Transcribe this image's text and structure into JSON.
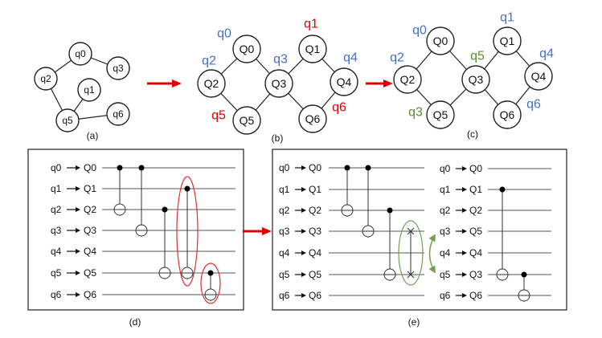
{
  "colors": {
    "blue": "#4472C4",
    "red": "#E00000",
    "green": "#5B8C2E",
    "arrow": "#E00000",
    "highlight_red": "#E03030",
    "highlight_green": "#70A050"
  },
  "panel_a": {
    "caption": "(a)",
    "nodes": {
      "q0": "q0",
      "q1": "q1",
      "q2": "q2",
      "q3": "q3",
      "q5": "q5",
      "q6": "q6"
    }
  },
  "panel_b": {
    "caption": "(b)",
    "nodes": {
      "Q0": "Q0",
      "Q1": "Q1",
      "Q2": "Q2",
      "Q3": "Q3",
      "Q4": "Q4",
      "Q5": "Q5",
      "Q6": "Q6"
    },
    "labels": {
      "q0": "q0",
      "q1": "q1",
      "q2": "q2",
      "q3": "q3",
      "q4": "q4",
      "q5": "q5",
      "q6": "q6"
    }
  },
  "panel_c": {
    "caption": "(c)",
    "nodes": {
      "Q0": "Q0",
      "Q1": "Q1",
      "Q2": "Q2",
      "Q3": "Q3",
      "Q4": "Q4",
      "Q5": "Q5",
      "Q6": "Q6"
    },
    "labels": {
      "q0": "q0",
      "q1": "q1",
      "q2": "q2",
      "q3": "q3",
      "q4": "q4",
      "q5": "q5",
      "q6": "q6"
    }
  },
  "panel_d": {
    "caption": "(d)",
    "wires": [
      {
        "from": "q0",
        "to": "Q0"
      },
      {
        "from": "q1",
        "to": "Q1"
      },
      {
        "from": "q2",
        "to": "Q2"
      },
      {
        "from": "q3",
        "to": "Q3"
      },
      {
        "from": "q4",
        "to": "Q4"
      },
      {
        "from": "q5",
        "to": "Q5"
      },
      {
        "from": "q6",
        "to": "Q6"
      }
    ]
  },
  "panel_e": {
    "caption": "(e)",
    "left_wires": [
      {
        "from": "q0",
        "to": "Q0"
      },
      {
        "from": "q1",
        "to": "Q1"
      },
      {
        "from": "q2",
        "to": "Q2"
      },
      {
        "from": "q3",
        "to": "Q3"
      },
      {
        "from": "q4",
        "to": "Q4"
      },
      {
        "from": "q5",
        "to": "Q5"
      },
      {
        "from": "q6",
        "to": "Q6"
      }
    ],
    "right_wires": [
      {
        "from": "q0",
        "to": "Q0"
      },
      {
        "from": "q1",
        "to": "Q1"
      },
      {
        "from": "q2",
        "to": "Q2"
      },
      {
        "from": "q3",
        "to": "Q5"
      },
      {
        "from": "q4",
        "to": "Q4"
      },
      {
        "from": "q5",
        "to": "Q3"
      },
      {
        "from": "q6",
        "to": "Q6"
      }
    ]
  }
}
